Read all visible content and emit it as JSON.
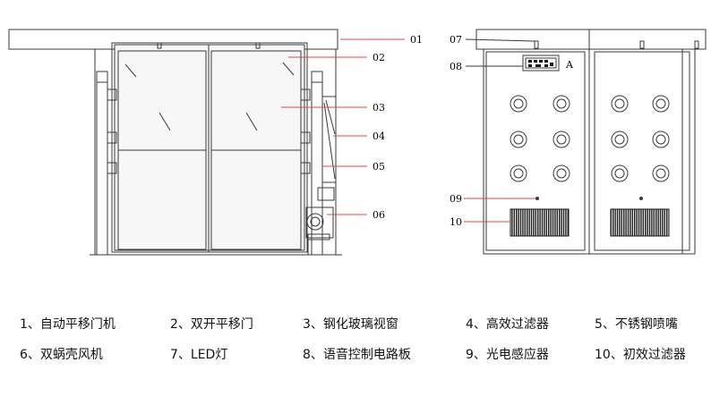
{
  "callouts": {
    "c01": "01",
    "c02": "02",
    "c03": "03",
    "c04": "04",
    "c05": "05",
    "c06": "06",
    "c07": "07",
    "c08": "08",
    "c09": "09",
    "c10": "10",
    "panel_letter": "A"
  },
  "legend": [
    "1、自动平移门机",
    "2、双开平移门",
    "3、钢化玻璃视窗",
    "4、高效过滤器",
    "5、不锈钢喷嘴",
    "6、双蜗壳风机",
    "7、LED灯",
    "8、语音控制电路板",
    "9、光电感应器",
    "10、初效过滤器"
  ],
  "colors": {
    "line": "#3a3a3a",
    "callout_red": "#d94a4a",
    "door_fill": "#f7f7f7"
  }
}
